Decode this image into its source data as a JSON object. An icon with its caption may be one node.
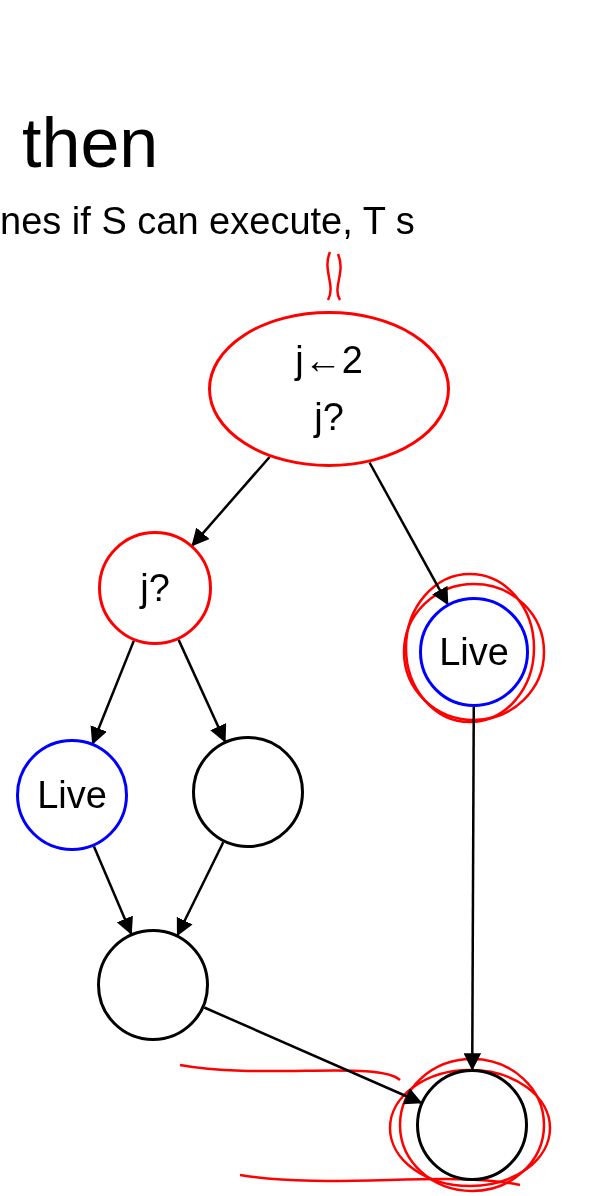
{
  "diagram": {
    "title": "then",
    "nodes": [
      {
        "text": [
          "j←2",
          "j?"
        ]
      },
      {
        "text": [
          "j?"
        ]
      },
      {
        "text": [
          "Live"
        ]
      },
      {
        "text": [
          "Live"
        ]
      },
      {
        "text": [],
        "shape": "circle"
      },
      {
        "text": [],
        "shape": "circle"
      },
      {
        "text": [],
        "shape": "circle"
      }
    ],
    "edges": [
      {
        "from": 0,
        "to": 1,
        "arrow": "to"
      },
      {
        "from": 0,
        "to": 2,
        "arrow": "to"
      },
      {
        "from": 1,
        "to": 3,
        "arrow": "to"
      },
      {
        "from": 1,
        "to": 4,
        "arrow": "to"
      },
      {
        "from": 3,
        "to": 5,
        "arrow": "to"
      },
      {
        "from": 4,
        "to": 5,
        "arrow": "to"
      },
      {
        "from": 2,
        "to": 6,
        "arrow": "to"
      },
      {
        "from": 5,
        "to": 6,
        "arrow": "to"
      }
    ],
    "labels": [
      "nes if S can execute, T s"
    ]
  }
}
